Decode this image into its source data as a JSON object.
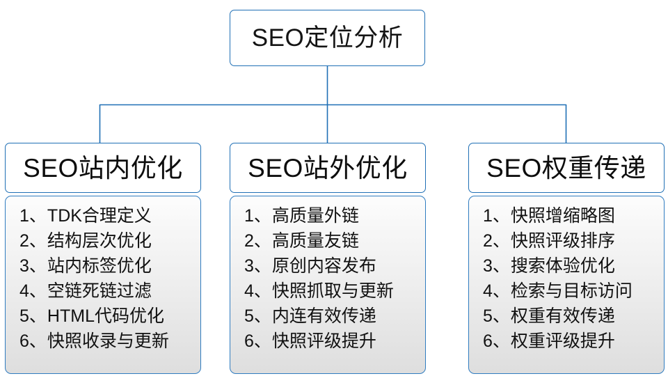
{
  "diagram": {
    "type": "organization-tree",
    "root": {
      "title": "SEO定位分析"
    },
    "edge_color": "#1f6fb5",
    "branches": [
      {
        "title": "SEO站内优化",
        "items": [
          {
            "num": "1",
            "sep": "、",
            "text": "TDK合理定义"
          },
          {
            "num": "2",
            "sep": "、",
            "text": "结构层次优化"
          },
          {
            "num": "3",
            "sep": "、",
            "text": "站内标签优化"
          },
          {
            "num": "4",
            "sep": "、",
            "text": "空链死链过滤"
          },
          {
            "num": "5",
            "sep": "、",
            "text": "HTML代码优化"
          },
          {
            "num": "6",
            "sep": "、",
            "text": "快照收录与更新"
          }
        ]
      },
      {
        "title": "SEO站外优化",
        "items": [
          {
            "num": "1",
            "sep": "、",
            "text": "高质量外链"
          },
          {
            "num": "2",
            "sep": "、",
            "text": "高质量友链"
          },
          {
            "num": "3",
            "sep": "、",
            "text": "原创内容发布"
          },
          {
            "num": "4",
            "sep": "、",
            "text": "快照抓取与更新"
          },
          {
            "num": "5",
            "sep": "、",
            "text": "内连有效传递"
          },
          {
            "num": "6",
            "sep": "、",
            "text": "快照评级提升"
          }
        ]
      },
      {
        "title": "SEO权重传递",
        "items": [
          {
            "num": "1",
            "sep": "、",
            "text": "快照增缩略图"
          },
          {
            "num": "2",
            "sep": "、",
            "text": "快照评级排序"
          },
          {
            "num": "3",
            "sep": "、",
            "text": "搜索体验优化"
          },
          {
            "num": "4",
            "sep": "、",
            "text": "检索与目标访问"
          },
          {
            "num": "5",
            "sep": "、",
            "text": "权重有效传递"
          },
          {
            "num": "6",
            "sep": "、",
            "text": "权重评级提升"
          }
        ]
      }
    ]
  }
}
